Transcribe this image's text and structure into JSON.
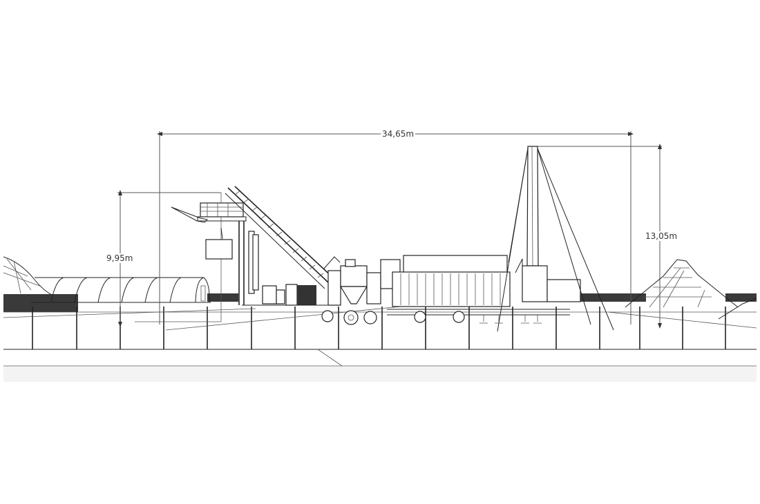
{
  "drawing": {
    "type": "side-elevation",
    "subject": "mobile processing plant with conveyor, container unit and stack",
    "dimensions": {
      "total_length": "34,65m",
      "conveyor_height": "9,95m",
      "stack_height": "13,05m"
    },
    "colors": {
      "line": "#222222",
      "dimension_line": "#555555",
      "wall_fill": "#3a3a3a",
      "background": "#ffffff"
    }
  }
}
